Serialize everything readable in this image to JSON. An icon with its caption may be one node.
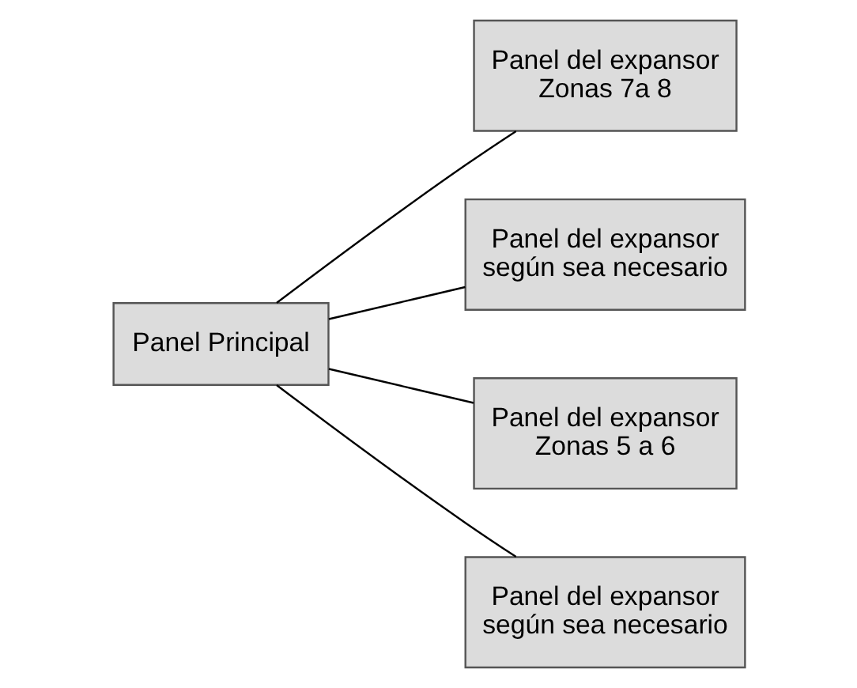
{
  "diagram": {
    "nodes": [
      {
        "text": [
          "Panel del expansor Zonas 7a 8"
        ]
      },
      {
        "text": [
          "Panel del expansor según sea necesario"
        ]
      },
      {
        "text": [
          "Panel Principal"
        ]
      },
      {
        "text": [
          "Panel del expansor Zonas 5 a 6"
        ]
      },
      {
        "text": [
          "Panel del expansor según sea necesario"
        ]
      }
    ],
    "edges": [
      {
        "from": 2,
        "to": 0,
        "arrow": "none"
      },
      {
        "from": 2,
        "to": 1,
        "arrow": "none"
      },
      {
        "from": 2,
        "to": 3,
        "arrow": "none"
      },
      {
        "from": 2,
        "to": 4,
        "arrow": "none"
      }
    ]
  }
}
